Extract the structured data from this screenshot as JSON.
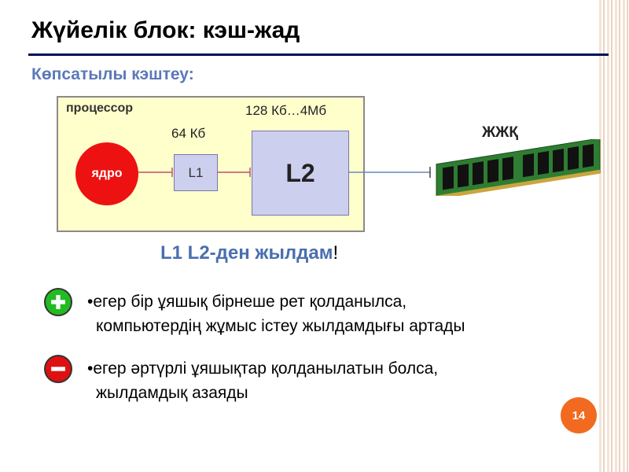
{
  "slide": {
    "title": "Жүйелік блок: кэш-жад",
    "subtitle": "Көпсатылы кэштеу:"
  },
  "diagram": {
    "processor_label": "процессор",
    "core_label": "ядро",
    "l1_label": "L1",
    "l1_capacity": "64 Кб",
    "l2_label": "L2",
    "l2_capacity": "128 Кб…4Мб",
    "ram_label": "ЖЖҚ"
  },
  "callout": {
    "text": "L1  L2-ден жылдам",
    "suffix": "!"
  },
  "bullets": [
    {
      "sign": "plus",
      "line1": "•егер бір ұяшық бірнеше рет қолданылса,",
      "line2": "компьютердің жұмыс істеу жылдамдығы артады"
    },
    {
      "sign": "minus",
      "line1": "•егер әртүрлі ұяшықтар қолданылатын болса,",
      "line2": "жылдамдық азаяды"
    }
  ],
  "page_number": "14",
  "colors": {
    "title_rule": "#000c5c",
    "subtitle": "#5c78b8",
    "processor_box": "#ffffcc",
    "core": "#ee1111",
    "cache": "#cccfee",
    "callout": "#4a6fb0",
    "plus": "#22bb22",
    "minus": "#dd1111",
    "page_badge": "#f26a20",
    "ram_pcb": "#2e7d32"
  }
}
